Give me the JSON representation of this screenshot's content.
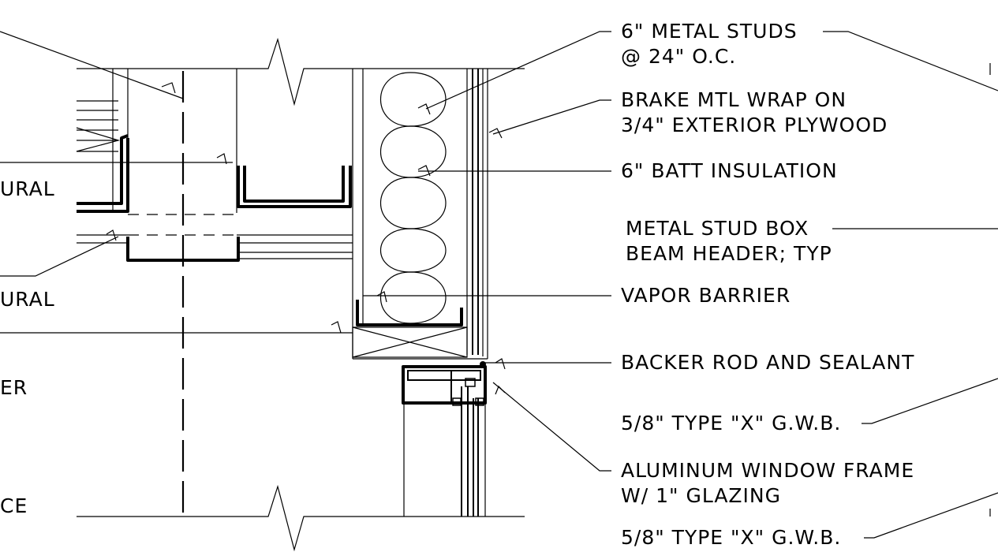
{
  "labels": {
    "metal_studs_l1": "6\" METAL STUDS",
    "metal_studs_l2": "@ 24\" O.C.",
    "brake_wrap_l1": "BRAKE MTL WRAP ON",
    "brake_wrap_l2": "3/4\" EXTERIOR PLYWOOD",
    "batt_insulation": "6\" BATT INSULATION",
    "stud_box_l1": "METAL STUD BOX",
    "stud_box_l2": "BEAM HEADER; TYP",
    "vapor_barrier": "VAPOR BARRIER",
    "backer_rod": "BACKER ROD AND SEALANT",
    "gwb_1": "5/8\" TYPE \"X\" G.W.B.",
    "window_frame_l1": "ALUMINUM WINDOW FRAME",
    "window_frame_l2": "W/ 1\" GLAZING",
    "gwb_2": "5/8\" TYPE \"X\" G.W.B.",
    "left_struct_1": "URAL",
    "left_struct_2": "URAL",
    "left_er": "ER",
    "left_ce": "CE"
  },
  "colors": {
    "line": "#000000",
    "background": "#ffffff"
  }
}
